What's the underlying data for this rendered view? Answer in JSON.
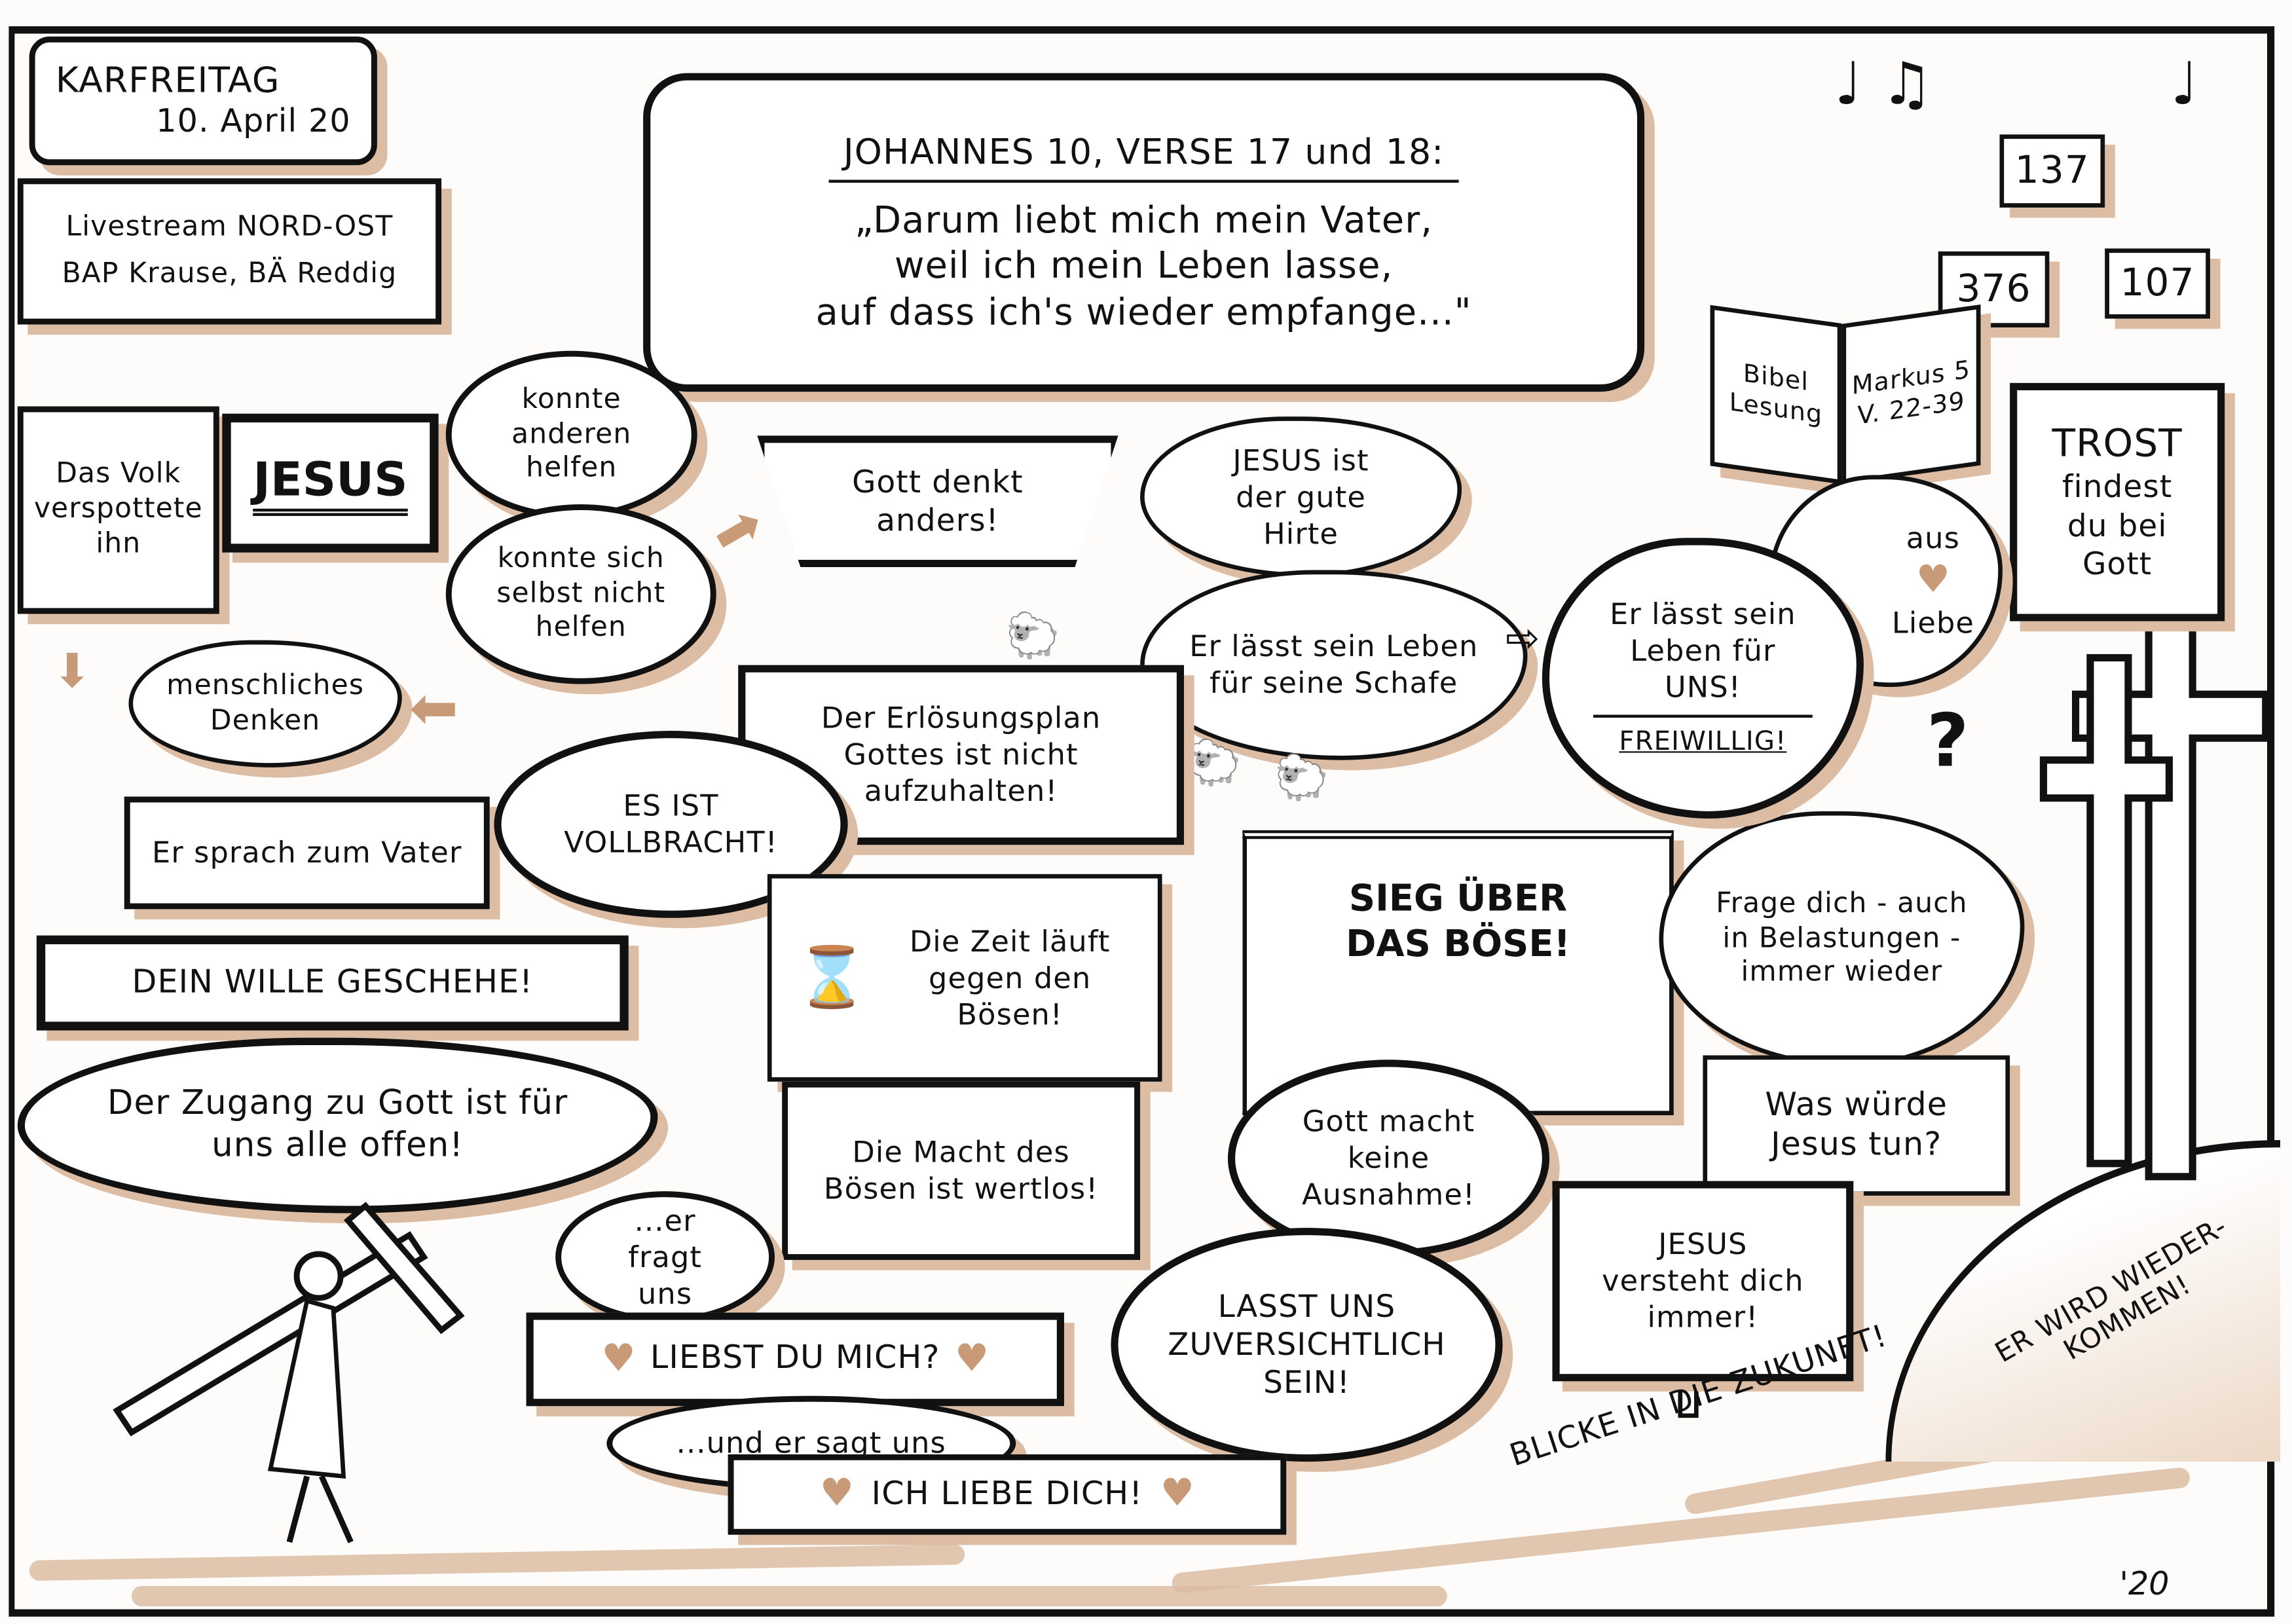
{
  "header": {
    "title": "KARFREITAG",
    "date": "10. April 20"
  },
  "stream": {
    "line1": "Livestream NORD-OST",
    "line2": "BAP Krause, BÄ Reddig"
  },
  "scripture": {
    "reference": "JOHANNES 10, VERSE 17 und 18:",
    "lines": [
      "„Darum liebt mich mein Vater,",
      "weil ich mein Leben lasse,",
      "auf dass ich's wieder empfange...\""
    ]
  },
  "hymns": [
    "137",
    "376",
    "107"
  ],
  "bible_reading": {
    "left": "Bibel Lesung",
    "right": "Markus 5 V. 22-39"
  },
  "trost": {
    "title": "TROST",
    "text": "findest du bei Gott"
  },
  "notes": [
    "Das Volk verspottete ihn",
    "JESUS",
    "konnte anderen helfen",
    "konnte sich selbst nicht helfen",
    "Gott denkt anders!",
    "menschliches Denken",
    "JESUS ist der gute Hirte",
    "Er lässt sein Leben für seine Schafe",
    "Er lässt sein Leben für UNS!",
    "FREIWILLIG!",
    "aus",
    "Liebe",
    "Der Erlösungsplan Gottes ist nicht aufzuhalten!",
    "Er sprach zum Vater",
    "ES IST VOLLBRACHT!",
    "DEIN WILLE GESCHEHE!",
    "Der Zugang zu Gott ist für uns alle offen!",
    "Die Zeit läuft gegen den Bösen!",
    "Die Macht des Bösen ist wertlos!",
    "SIEG ÜBER DAS BÖSE!",
    "Gott macht keine Ausnahme!",
    "Frage dich - auch in Belastungen - immer wieder",
    "Was würde Jesus tun?",
    "JESUS versteht dich immer!",
    "LASST UNS ZUVERSICHTLICH SEIN!",
    "...er fragt uns",
    "LIEBST DU MICH?",
    "...und er sagt uns",
    "ICH LIEBE DICH!",
    "ER WIRD WIEDER-KOMMEN!",
    "BLICKE IN DIE ZUKUNFT!",
    "?"
  ],
  "signature": "'20",
  "colors": {
    "ink": "#111111",
    "accent": "#dcbca2",
    "heart": "#c99a78"
  }
}
